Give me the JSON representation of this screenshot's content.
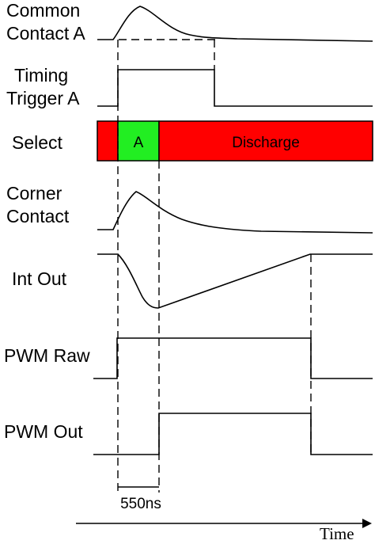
{
  "signals": {
    "common_contact": {
      "line1": "Common",
      "line2": "Contact A"
    },
    "timing_trigger": {
      "line1": "Timing",
      "line2": "Trigger A"
    },
    "select": {
      "label": "Select",
      "phase_a": "A",
      "phase_discharge": "Discharge"
    },
    "corner_contact": {
      "line1": "Corner",
      "line2": "Contact"
    },
    "int_out": {
      "label": "Int Out"
    },
    "pwm_raw": {
      "label": "PWM Raw"
    },
    "pwm_out": {
      "label": "PWM Out"
    }
  },
  "duration_label": "550ns",
  "time_axis_label": "Time",
  "colors": {
    "select_active": "#22ee22",
    "select_idle": "#ff0000"
  }
}
